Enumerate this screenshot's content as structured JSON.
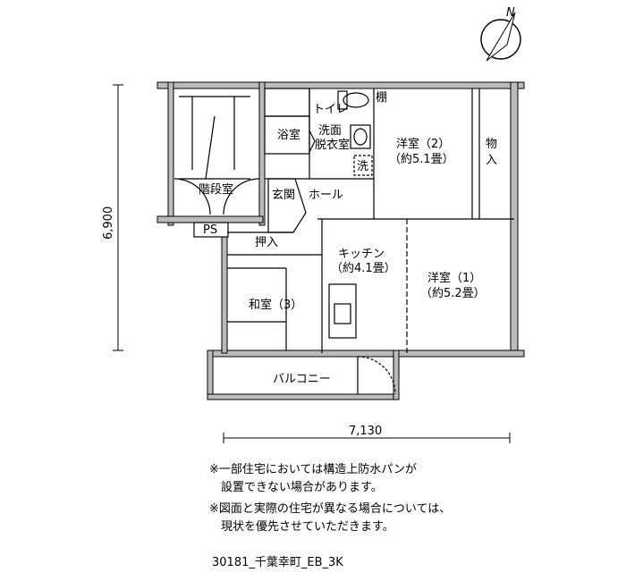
{
  "compass": {
    "north_label": "N"
  },
  "rooms": {
    "stair": "階段室",
    "ps": "PS",
    "bath": "浴室",
    "toilet": "トイレ",
    "shelf": "棚",
    "washroom_line1": "洗面",
    "washroom_line2": "脱衣室",
    "washer": "洗",
    "entrance": "玄関",
    "hall": "ホール",
    "western2_name": "洋室（2）",
    "western2_size": "（約5.1畳）",
    "storage_line1": "物",
    "storage_line2": "入",
    "closet": "押入",
    "kitchen_name": "キッチン",
    "kitchen_size": "（約4.1畳）",
    "western1_name": "洋室（1）",
    "western1_size": "（約5.2畳）",
    "japanese3": "和室（3）",
    "balcony": "バルコニー"
  },
  "dimensions": {
    "height": "6,900",
    "width": "7,130"
  },
  "notes": [
    "※一部住宅においては構造上防水パンが",
    "　設置できない場合があります。",
    "※図面と実際の住宅が異なる場合については、",
    "　現状を優先させていただきます。"
  ],
  "footer": "30181_千葉幸町_EB_3K"
}
